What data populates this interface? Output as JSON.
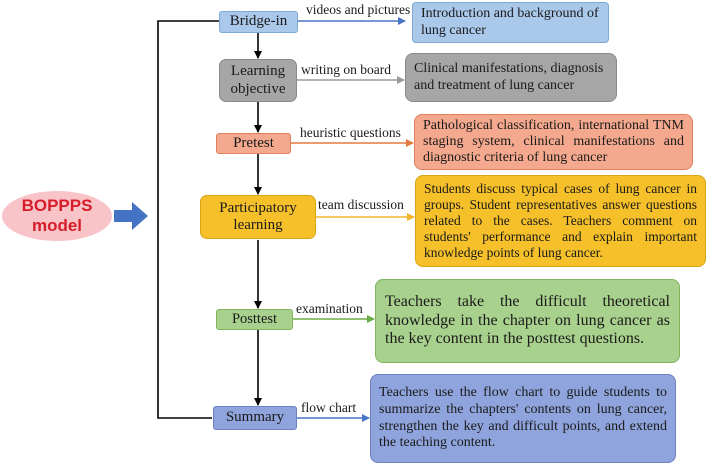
{
  "bopps": {
    "label": "BOPPPS\nmodel"
  },
  "stages": [
    {
      "label": "Bridge-in",
      "edge_label": "videos and pictures",
      "description": "Introduction and background of lung cancer"
    },
    {
      "label": "Learning objective",
      "edge_label": "writing on board",
      "description": "Clinical manifestations, diagnosis and treatment of lung cancer"
    },
    {
      "label": "Pretest",
      "edge_label": "heuristic questions",
      "description": "Pathological classification, international TNM staging system, clinical manifestations and diagnostic criteria of lung cancer"
    },
    {
      "label": "Participatory learning",
      "edge_label": "team discussion",
      "description": "Students discuss typical cases of lung cancer in groups. Student representatives answer questions related to the cases. Teachers comment on students' performance and explain important knowledge points of lung cancer."
    },
    {
      "label": "Posttest",
      "edge_label": "examination",
      "description": "Teachers take the difficult theoretical knowledge in the chapter on lung cancer as the key content in the posttest questions."
    },
    {
      "label": "Summary",
      "edge_label": "flow chart",
      "description": "Teachers use the flow chart to guide students to summarize the chapters' contents on lung cancer, strengthen the key and difficult points, and extend the teaching content."
    }
  ],
  "colors": {
    "bridge": "#a9c8ea",
    "objective": "#a6a6a6",
    "pretest": "#f4a98e",
    "participatory": "#f5c02a",
    "posttest": "#a9d18e",
    "summary": "#8fa4dc",
    "bopps_fill": "#f8c4c8",
    "big_arrow": "#4472c4"
  }
}
